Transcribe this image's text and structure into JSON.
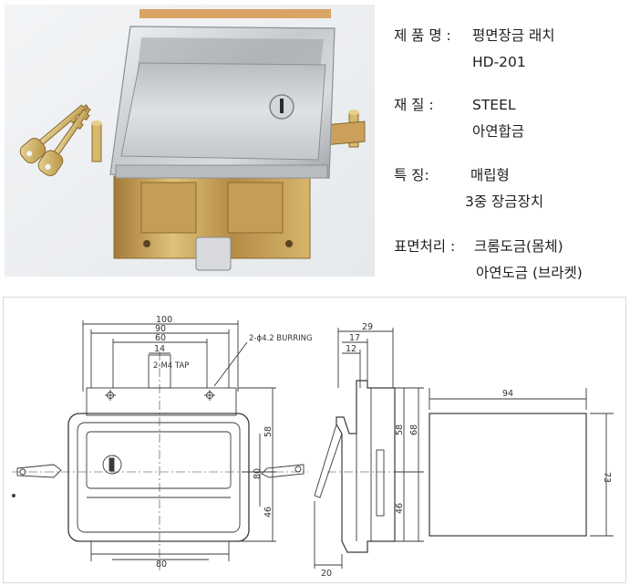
{
  "specs": [
    {
      "label": "제 품 명 :",
      "line1": "평면장금 래치",
      "line2": "HD-201"
    },
    {
      "label": "재      질 :",
      "line1": "STEEL",
      "line2": "아연합금"
    },
    {
      "label": "특      징:",
      "line1": "매립형",
      "line2": "3중 장금장치"
    },
    {
      "label": "표면처리 :",
      "line1": "크롬도금(몸체)",
      "line2": "아연도금 (브라켓)"
    }
  ],
  "drawing": {
    "front": {
      "dim_100": "100",
      "dim_90": "90",
      "dim_60": "60",
      "dim_14": "14",
      "burring": "2-ϕ4.2 BURRING",
      "tap": "2-M4 TAP",
      "dim_58": "58",
      "dim_80_v": "80",
      "dim_46": "46",
      "dim_80_h": "80"
    },
    "side": {
      "dim_29": "29",
      "dim_17": "17",
      "dim_12": "12",
      "dim_58": "58",
      "dim_68": "68",
      "dim_46": "46",
      "dim_20": "20"
    },
    "back": {
      "dim_94": "94",
      "dim_73": "73"
    }
  },
  "colors": {
    "chrome": "#c9ccd0",
    "brass": "#c9a25a",
    "line": "#3a3a3a",
    "drawing_bg": "#ffffff"
  }
}
